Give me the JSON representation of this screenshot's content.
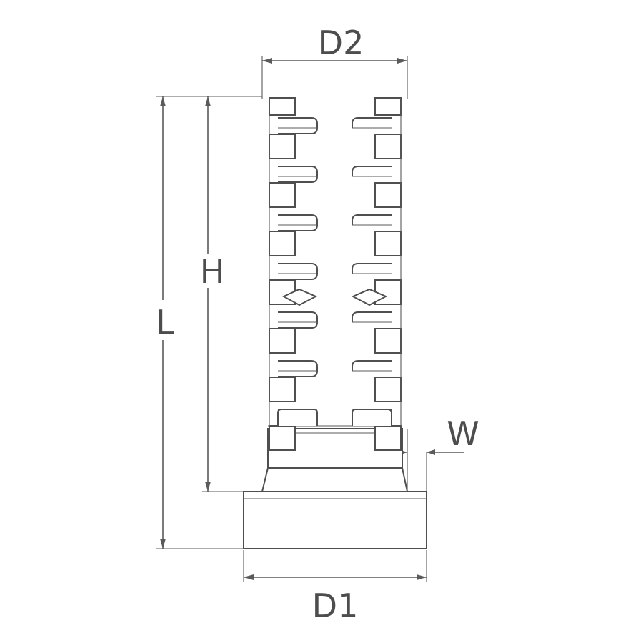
{
  "labels": {
    "d2": "D2",
    "h": "H",
    "l": "L",
    "w": "W",
    "d1": "D1"
  },
  "colors": {
    "line": "#5a5a5a",
    "text": "#4d4d4d",
    "background": "#ffffff"
  }
}
